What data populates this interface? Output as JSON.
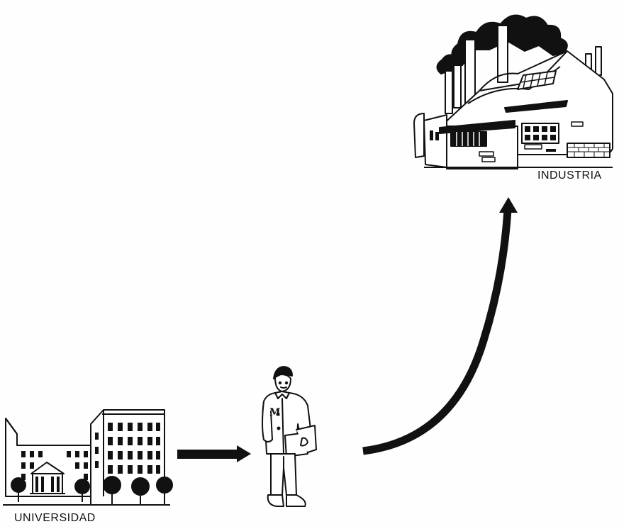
{
  "labels": {
    "industria": "INDUSTRIA",
    "universidad": "UNIVERSIDAD"
  },
  "colors": {
    "ink": "#111111",
    "paper": "#fefefe"
  },
  "figure_letter": "M"
}
